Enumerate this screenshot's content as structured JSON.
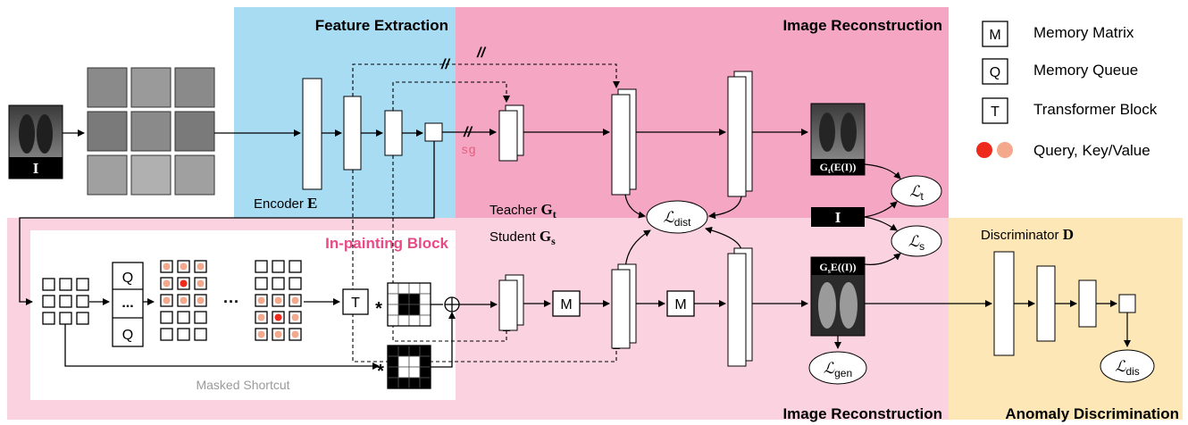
{
  "regions": {
    "feature_extraction": "Feature Extraction",
    "image_reconstruction_top": "Image Reconstruction",
    "image_reconstruction_bottom": "Image Reconstruction",
    "anomaly_discrimination": "Anomaly Discrimination",
    "inpainting_block": "In-painting Block",
    "masked_shortcut": "Masked Shortcut"
  },
  "components": {
    "encoder": {
      "prefix": "Encoder ",
      "symbol": "E"
    },
    "teacher": {
      "prefix": "Teacher ",
      "symbol": "G",
      "sub": "t"
    },
    "student": {
      "prefix": "Student ",
      "symbol": "G",
      "sub": "s"
    },
    "discriminator": {
      "prefix": "Discriminator ",
      "symbol": "D"
    },
    "stop_grad": "sg",
    "input_label": "I"
  },
  "outputs": {
    "teacher_output": "G_t(E(I))",
    "student_output": "G_s E((I))",
    "input_image": "I"
  },
  "losses": {
    "t": {
      "base": "L",
      "sub": "t"
    },
    "s": {
      "base": "L",
      "sub": "s"
    },
    "dist": {
      "base": "L",
      "sub": "dist"
    },
    "gen": {
      "base": "L",
      "sub": "gen"
    },
    "dis": {
      "base": "L",
      "sub": "dis"
    }
  },
  "blocks": {
    "memory_matrix": "M",
    "memory_queue": "Q",
    "transformer": "T",
    "ellipsis": "...",
    "dots": "···",
    "multiply": "*"
  },
  "legend": {
    "items": [
      {
        "symbol": "M",
        "label": "Memory Matrix"
      },
      {
        "symbol": "Q",
        "label": "Memory Queue"
      },
      {
        "symbol": "T",
        "label": "Transformer Block"
      },
      {
        "symbol": "dots",
        "label": "Query, Key/Value"
      }
    ],
    "colors": {
      "query": "#ee2a1c",
      "key_value": "#f4a98c"
    }
  },
  "colors": {
    "feature_bg": "#a8dcf3",
    "recon_top_bg": "#f5a6c3",
    "recon_bottom_bg": "#fbd3e0",
    "anomaly_bg": "#fde7b6",
    "inpaint_title": "#e84a86",
    "stop_grad": "#e0607e",
    "query": "#ee2a1c",
    "key_value": "#f4a98c"
  }
}
